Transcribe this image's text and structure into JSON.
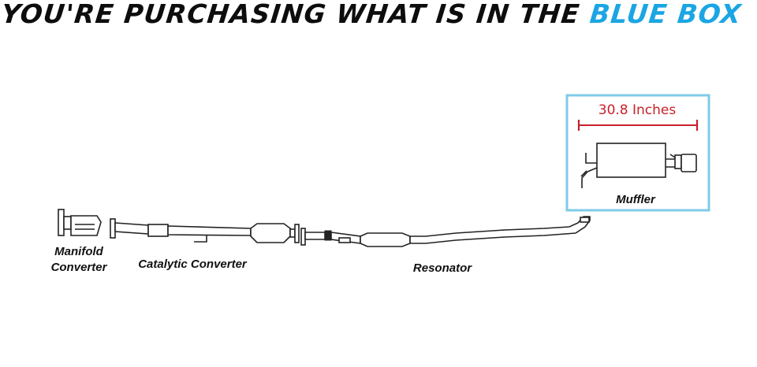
{
  "heading": {
    "prefix": "YOU'RE PURCHASING WHAT IS IN THE",
    "highlight": "BLUE BOX"
  },
  "colors": {
    "highlight": "#1ba6e3",
    "box_border": "#7fcbe6",
    "dimension": "#c8202a",
    "outline": "#222222"
  },
  "parts": {
    "manifold_line1": "Manifold",
    "manifold_line2": "Converter",
    "catalytic": "Catalytic Converter",
    "resonator": "Resonator",
    "muffler": "Muffler"
  },
  "dimension": "30.8 Inches"
}
